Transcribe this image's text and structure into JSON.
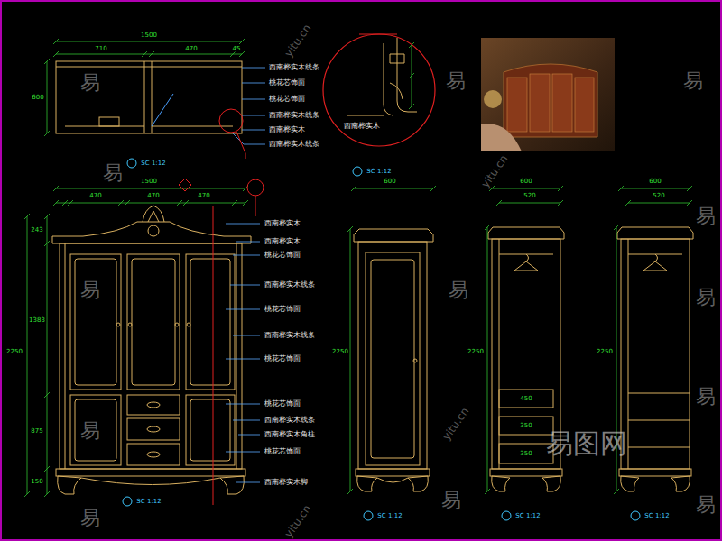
{
  "diagram": {
    "labels": [
      "1500",
      "710",
      "470",
      "45",
      "600",
      "西南桦实木线条",
      "桃花芯饰面",
      "桃花芯饰面",
      "西南桦实木线条",
      "西南桦实木",
      "西南桦实木线条",
      "SC 1:12",
      "西南桦实木",
      "SC 1:12",
      "1500",
      "470",
      "470",
      "470",
      "2250",
      "1383",
      "875",
      "243",
      "150",
      "西南桦实木",
      "西南桦实木",
      "桃花芯饰面",
      "西南桦实木线条",
      "桃花芯饰面",
      "西南桦实木线条",
      "桃花芯饰面",
      "桃花芯饰面",
      "西南桦实木线条",
      "西南桦实木角柱",
      "桃花芯饰面",
      "西南桦实木脚",
      "SC 1:12",
      "600",
      "2250",
      "SC 1:12",
      "600",
      "520",
      "2250",
      "450",
      "350",
      "350",
      "SC 1:12",
      "600",
      "520",
      "2250",
      "SC 1:12",
      "易",
      "易",
      "易",
      "易",
      "易",
      "易",
      "易",
      "易",
      "易",
      "易",
      "易",
      "易",
      "易",
      "yitu.cn",
      "yitu.cn",
      "yitu.cn",
      "yitu.cn",
      "易图网"
    ]
  }
}
